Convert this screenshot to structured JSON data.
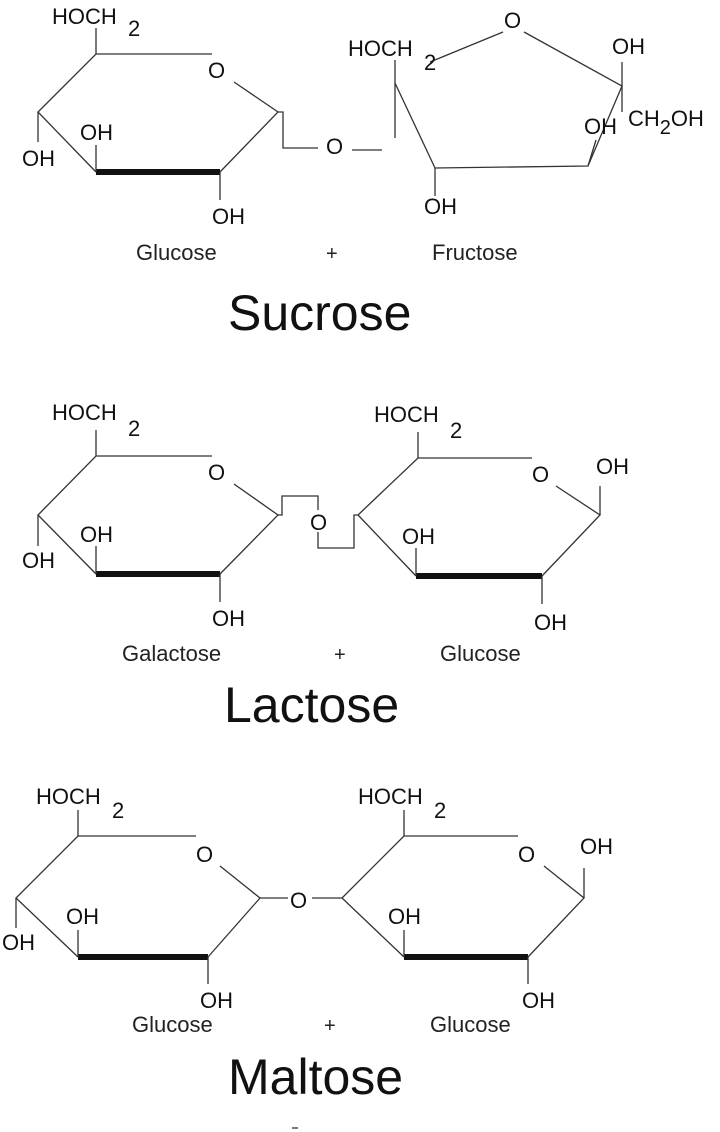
{
  "labels": {
    "hoch": "HOCH",
    "sub2": "2",
    "o": "O",
    "oh": "OH",
    "ch2oh_prefix": "CH",
    "ch2oh_suffix": "OH",
    "plus": "+"
  },
  "sucrose": {
    "title": "Sucrose",
    "unit1": "Glucose",
    "unit2": "Fructose"
  },
  "lactose": {
    "title": "Lactose",
    "unit1": "Galactose",
    "unit2": "Glucose"
  },
  "maltose": {
    "title": "Maltose",
    "unit1": "Glucose",
    "unit2": "Glucose"
  }
}
